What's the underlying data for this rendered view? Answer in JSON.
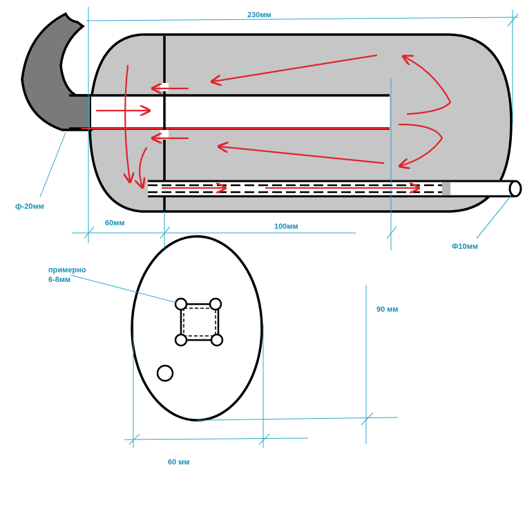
{
  "dimensions": {
    "total_length": "230мм",
    "inlet_diameter": "ф-20мм",
    "inlet_offset": "60мм",
    "inner_tube_length": "100мм",
    "outlet_diameter": "Ф10мм",
    "hole_note_line1": "примерно",
    "hole_note_line2": "6-8мм",
    "end_height": "90 мм",
    "end_width": "60 мм"
  },
  "colors": {
    "body_fill": "#c6c6c6",
    "inlet_fill": "#7a7a7a",
    "flow_arrows": "#e0242b",
    "dimension_lines": "#2aa6cf"
  }
}
